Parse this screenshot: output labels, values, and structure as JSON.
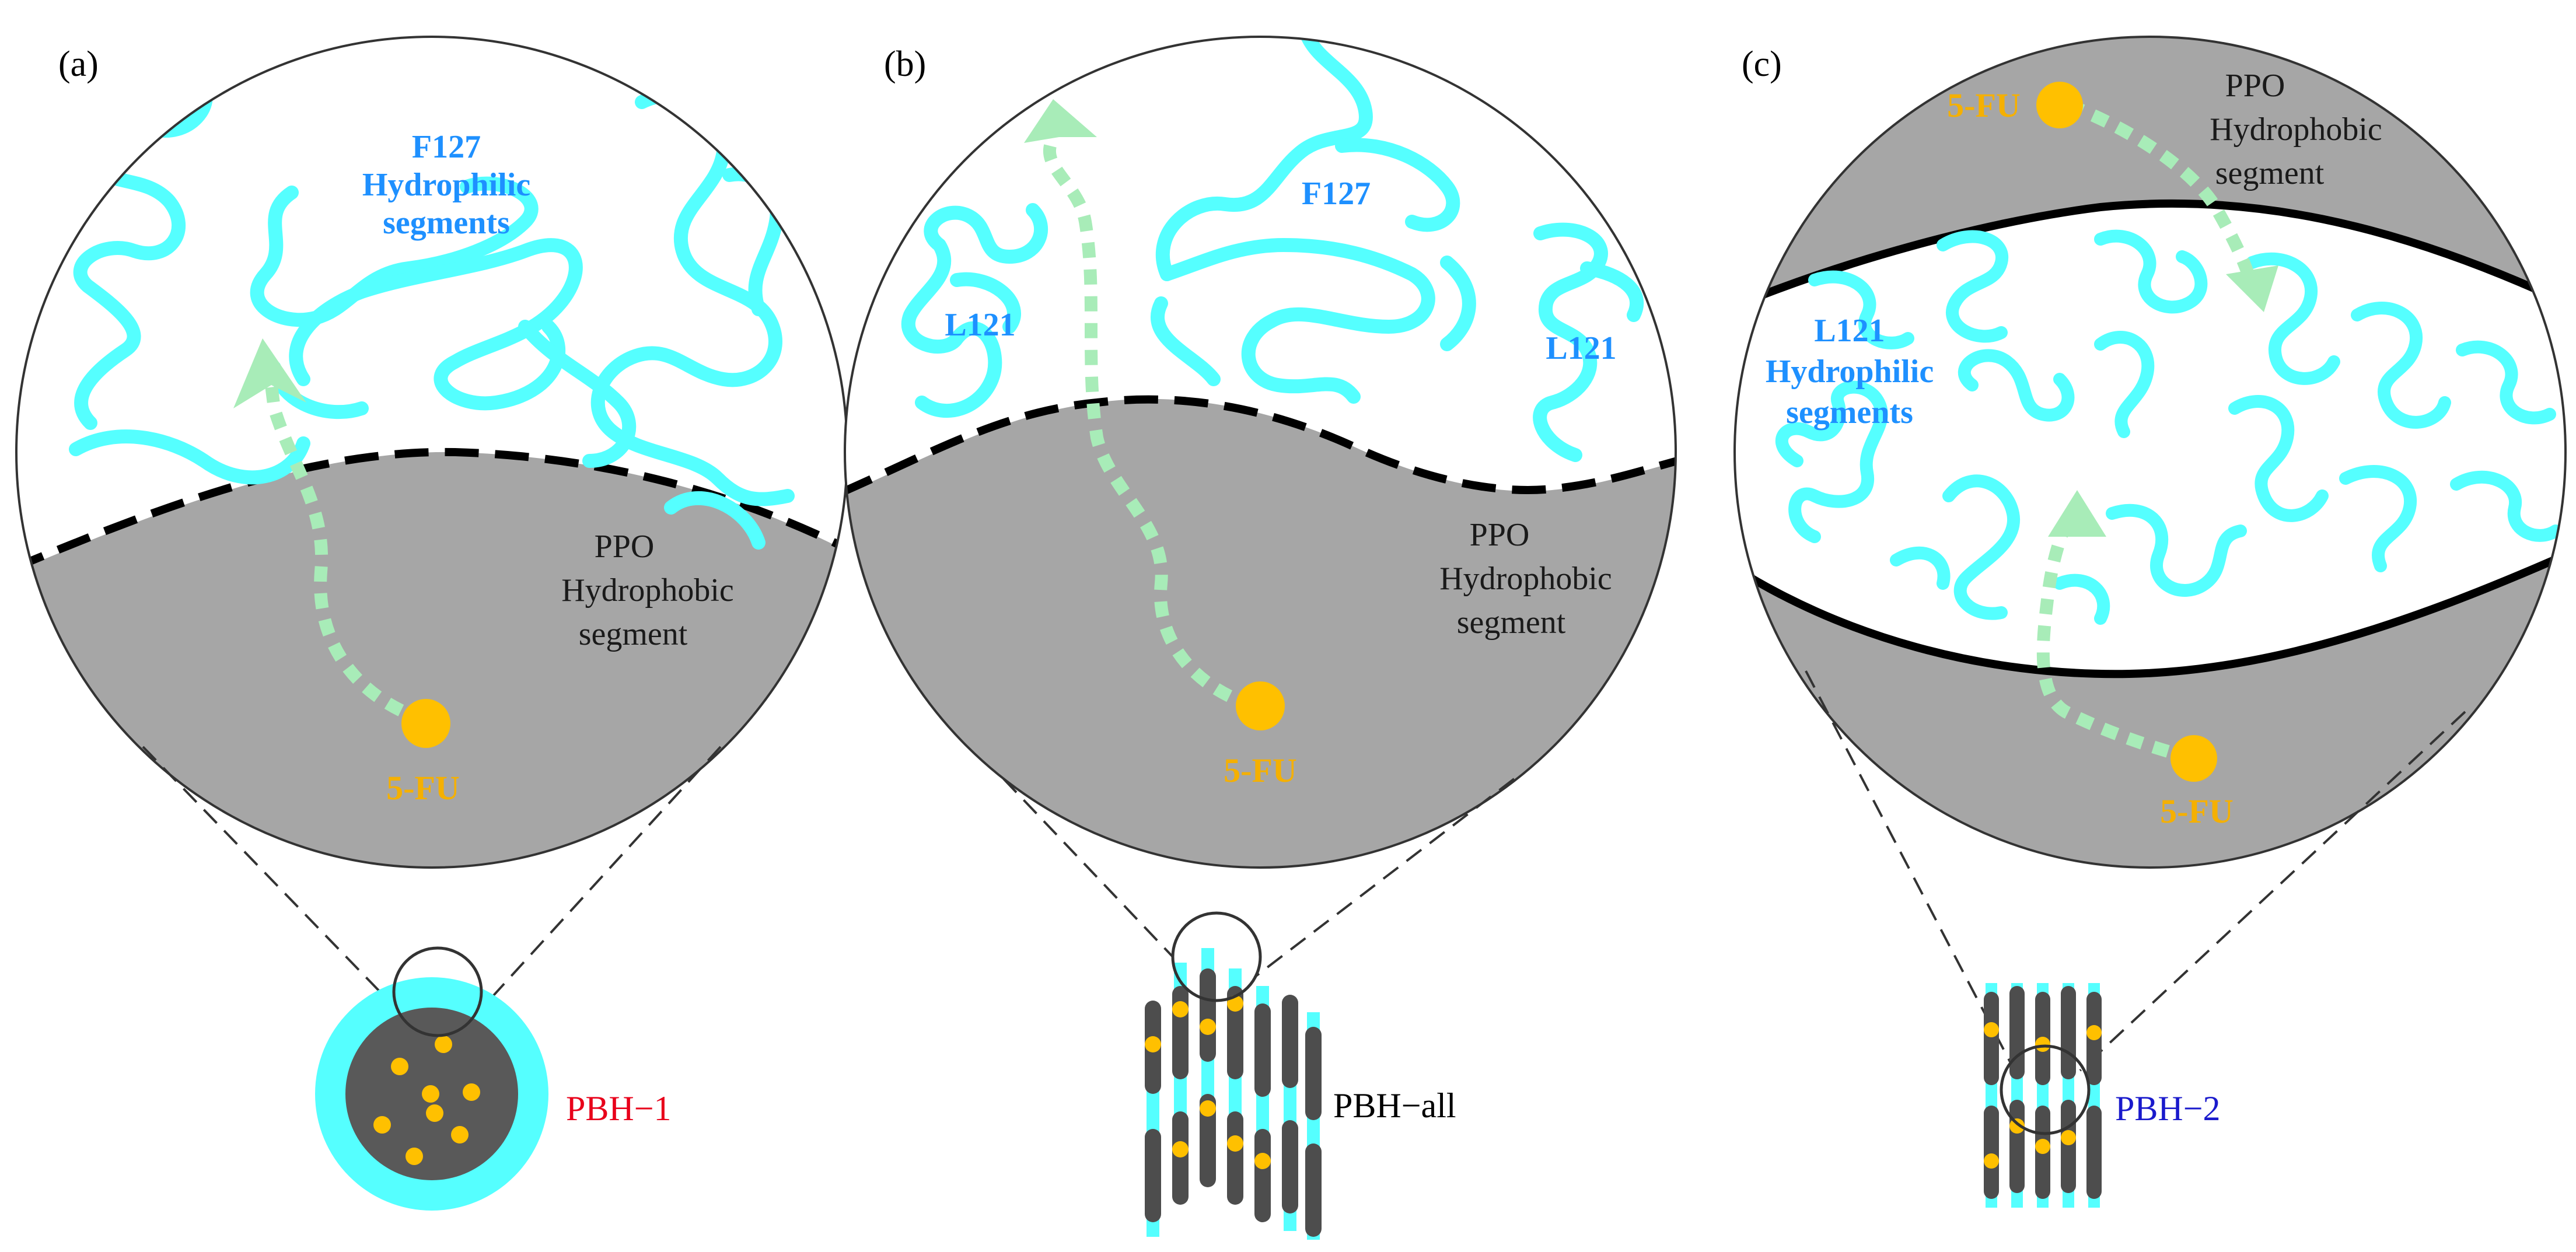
{
  "panels": [
    {
      "id": "a",
      "label": "(a)",
      "upper_texts": [
        "F127",
        "Hydrophilic",
        "segments"
      ],
      "lower_texts": [
        "PPO",
        "Hydrophobic",
        "segment"
      ],
      "drug_label": "5-FU",
      "structure_label": "PBH−1",
      "structure_label_color": "#e8001a",
      "structure_type": "spherical-micelle"
    },
    {
      "id": "b",
      "label": "(b)",
      "upper_texts": [
        "F127",
        "L121",
        "L121"
      ],
      "lower_texts": [
        "PPO",
        "Hydrophobic",
        "segment"
      ],
      "drug_label": "5-FU",
      "structure_label": "PBH−all",
      "structure_label_color": "#000000",
      "structure_type": "lamellar-stack"
    },
    {
      "id": "c",
      "label": "(c)",
      "upper_texts": [
        "PPO",
        "Hydrophobic",
        "segment"
      ],
      "middle_texts": [
        "L121",
        "Hydrophilic",
        "segments"
      ],
      "drug_label": "5-FU",
      "drug_label_2": "5-FU",
      "structure_label": "PBH−2",
      "structure_label_color": "#1a1acc",
      "structure_type": "lamellar-stack"
    }
  ],
  "colors": {
    "hydrophilic_chain": "#55ffff",
    "hydrophobic_region": "#a6a6a6",
    "drug": "#ffc000",
    "path_arrow": "#a8ecb8",
    "label_blue": "#1e90ff",
    "core_dark": "#595959",
    "structure_bar_dark": "#4d4d4d",
    "drug_text": "#f5b000"
  },
  "icons": {
    "drug": "yellow-dot-icon",
    "path": "dotted-arrow-icon",
    "chain": "polymer-chain-icon",
    "zoom": "magnifier-circle-icon"
  }
}
